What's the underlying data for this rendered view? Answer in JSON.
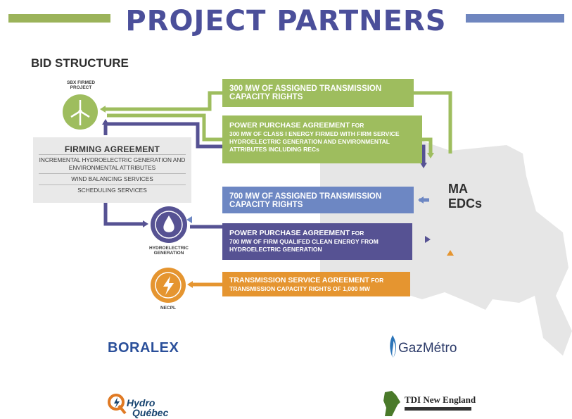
{
  "title": "PROJECT PARTNERS",
  "bid_structure": "BID STRUCTURE",
  "sbx": {
    "label_line1": "SBX FIRMED",
    "label_line2": "PROJECT"
  },
  "hydro": {
    "label_line1": "HYDROELECTRIC",
    "label_line2": "GENERATION"
  },
  "necpl": {
    "label": "NECPL"
  },
  "firming": {
    "heading": "FIRMING AGREEMENT",
    "row1": "INCREMENTAL HYDROELECTRIC GENERATION AND ENVIRONMENTAL ATTRIBUTES",
    "row2": "WIND BALANCING SERVICES",
    "row3": "SCHEDULING SERVICES"
  },
  "boxes": {
    "b1": {
      "line1": "300 MW OF ASSIGNED TRANSMISSION",
      "line2": "CAPACITY RIGHTS"
    },
    "b2": {
      "head": "POWER PURCHASE AGREEMENT",
      "for": " FOR",
      "body": "300 MW OF CLASS I ENERGY FIRMED WITH FIRM SERVICE HYDROELECTRIC GENERATION AND ENVIRONMENTAL ATTRIBUTES INCLUDING RECs"
    },
    "b3": {
      "line1": "700 MW OF ASSIGNED TRANSMISSION",
      "line2": "CAPACITY RIGHTS"
    },
    "b4": {
      "head": "POWER PURCHASE AGREEMENT",
      "for": " FOR",
      "body": "700 MW OF FIRM QUALIFED CLEAN ENERGY FROM HYDROELECTRIC GENERATION"
    },
    "b5": {
      "head": "TRANSMISSION SERVICE AGREEMENT",
      "for": " FOR",
      "body": "TRANSMISSION CAPACITY RIGHTS OF 1,000 MW"
    }
  },
  "ma_edcs": {
    "line1": "MA",
    "line2": "EDCs"
  },
  "logos": {
    "boralex": "BORALEX",
    "gazmetro": "GazMétro",
    "hydro_line1": "Hydro",
    "hydro_line2": "Québec",
    "tdi": "TDI New England"
  },
  "colors": {
    "green": "#9ebd5e",
    "blue": "#6d87c3",
    "purple": "#565293",
    "orange": "#e59530",
    "title": "#4b4f9a"
  }
}
